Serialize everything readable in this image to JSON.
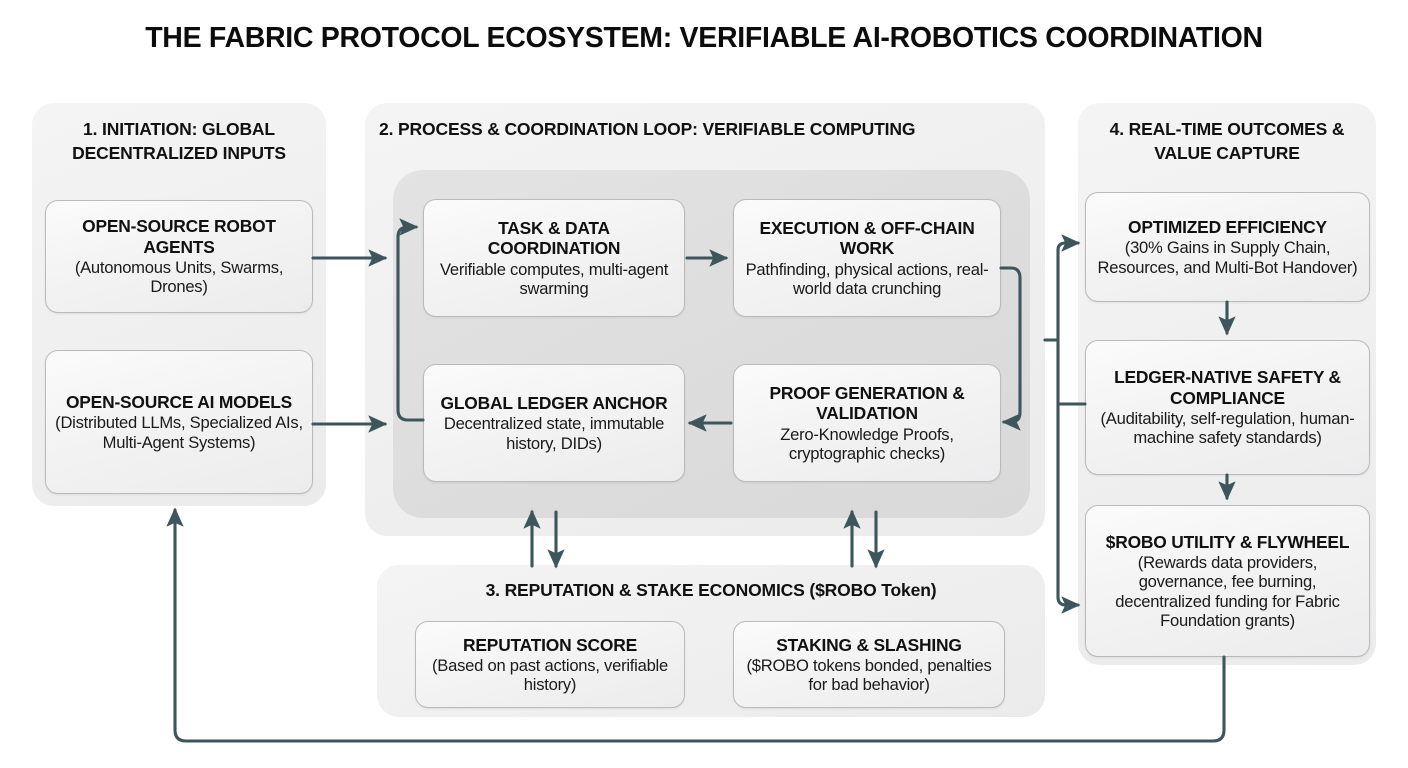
{
  "title": "THE FABRIC PROTOCOL ECOSYSTEM: VERIFIABLE AI-ROBOTICS COORDINATION",
  "colors": {
    "arrow": "#3d565c",
    "panel_bg": "#f0f0f0",
    "loop_bg": "#dedede",
    "node_bg": "#f5f5f5",
    "node_border": "#b9bbbb",
    "text": "#111111"
  },
  "sections": {
    "initiation": {
      "heading": "1. INITIATION: GLOBAL DECENTRALIZED INPUTS",
      "nodes": [
        {
          "title": "OPEN-SOURCE ROBOT AGENTS",
          "sub": "(Autonomous Units, Swarms, Drones)"
        },
        {
          "title": "OPEN-SOURCE AI MODELS",
          "sub": "(Distributed LLMs, Specialized AIs, Multi-Agent Systems)"
        }
      ]
    },
    "process": {
      "heading": "2. PROCESS & COORDINATION LOOP: VERIFIABLE COMPUTING",
      "nodes": [
        {
          "title": "TASK & DATA COORDINATION",
          "sub": "Verifiable computes, multi-agent swarming"
        },
        {
          "title": "EXECUTION & OFF-CHAIN WORK",
          "sub": "Pathfinding, physical actions, real-world data crunching"
        },
        {
          "title": "GLOBAL LEDGER ANCHOR",
          "sub": "Decentralized state, immutable history, DIDs)"
        },
        {
          "title": "PROOF GENERATION & VALIDATION",
          "sub": "Zero-Knowledge Proofs, cryptographic checks)"
        }
      ]
    },
    "economics": {
      "heading": "3. REPUTATION & STAKE ECONOMICS ($ROBO Token)",
      "nodes": [
        {
          "title": "REPUTATION SCORE",
          "sub": "(Based on past actions, verifiable history)"
        },
        {
          "title": "STAKING & SLASHING",
          "sub": "($ROBO tokens bonded, penalties for bad behavior)"
        }
      ]
    },
    "outcomes": {
      "heading": "4. REAL-TIME OUTCOMES & VALUE CAPTURE",
      "nodes": [
        {
          "title": "OPTIMIZED EFFICIENCY",
          "sub": "(30% Gains in Supply Chain, Resources, and Multi-Bot Handover)"
        },
        {
          "title": "LEDGER-NATIVE SAFETY & COMPLIANCE",
          "sub": "(Auditability, self-regulation, human-machine safety standards)"
        },
        {
          "title": "$ROBO UTILITY & FLYWHEEL",
          "sub": "(Rewards data providers, governance, fee burning, decentralized funding for Fabric Foundation grants)"
        }
      ]
    }
  }
}
